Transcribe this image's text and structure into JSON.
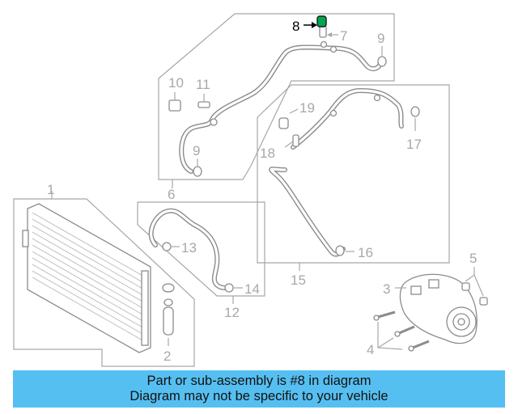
{
  "diagram": {
    "highlight": {
      "number": "8",
      "color": "#00a651"
    },
    "callouts": {
      "c1": "1",
      "c2": "2",
      "c3": "3",
      "c4": "4",
      "c5": "5",
      "c6": "6",
      "c7": "7",
      "c9a": "9",
      "c9b": "9",
      "c10": "10",
      "c11": "11",
      "c12": "12",
      "c13": "13",
      "c14": "14",
      "c15": "15",
      "c16": "16",
      "c17": "17",
      "c18": "18",
      "c19": "19"
    }
  },
  "banner": {
    "color": "#56bff1",
    "line1": "Part or sub-assembly is #8 in diagram",
    "line2": "Diagram may not be specific to your vehicle"
  }
}
